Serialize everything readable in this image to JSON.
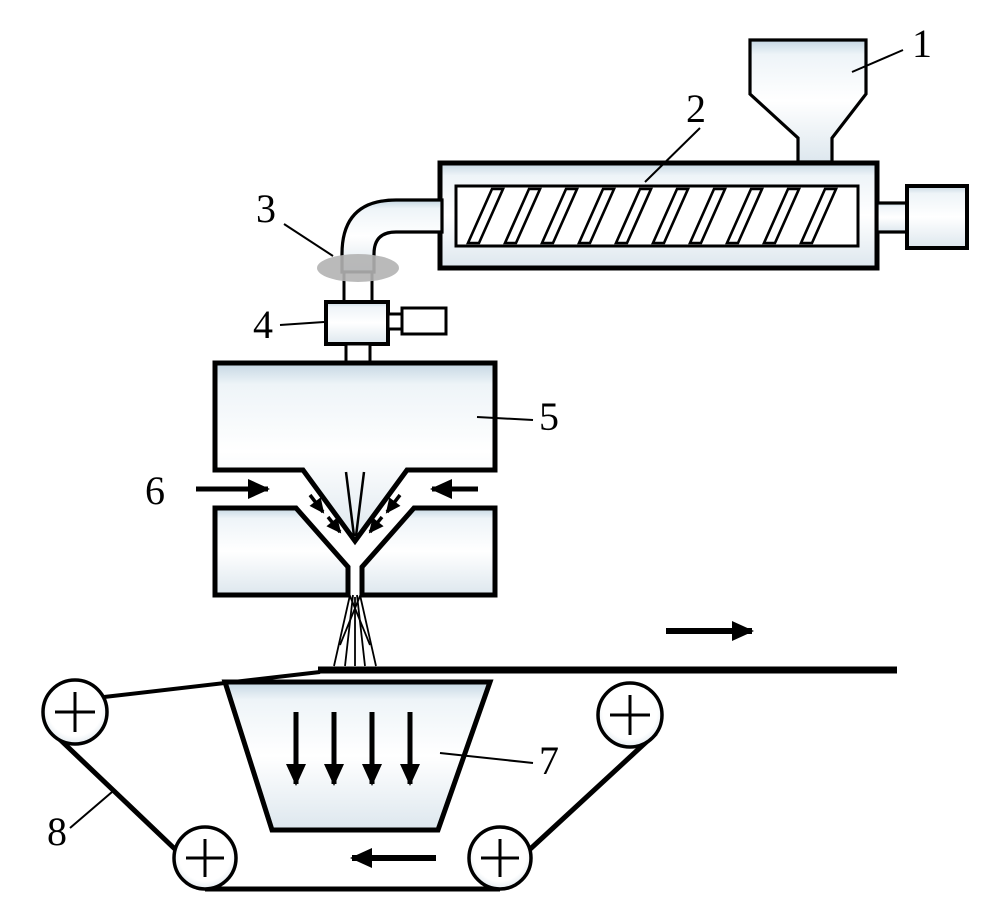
{
  "diagram": {
    "labels": {
      "n1": "1",
      "n2": "2",
      "n3": "3",
      "n4": "4",
      "n5": "5",
      "n6": "6",
      "n7": "7",
      "n8": "8"
    }
  },
  "colors": {
    "line": "#000000",
    "ellipse_gray": "#b3b3b3",
    "shade": "#cfdfe9",
    "background": "#ffffff"
  }
}
